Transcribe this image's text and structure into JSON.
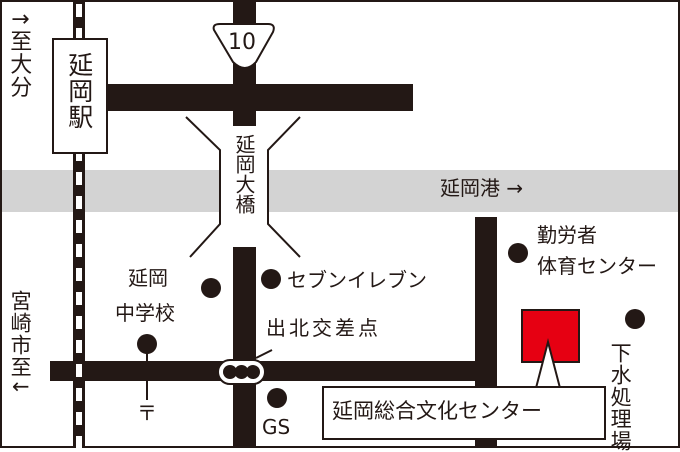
{
  "route_number": "10",
  "labels": {
    "to_oita": "↑至大分",
    "station": "延岡駅",
    "bridge": "延岡大橋",
    "port": "延岡港 →",
    "to_miyazaki": "宮崎市至↓",
    "school_line1": "延岡",
    "school_line2": "中学校",
    "seven_eleven": "セブンイレブン",
    "intersection": "出北交差点",
    "post_office": "〒",
    "gas_station": "GS",
    "gym_line1": "勤労者",
    "gym_line2": "体育センター",
    "sewage": "下水処理場",
    "destination": "延岡総合文化センター"
  },
  "colors": {
    "road": "#231815",
    "river": "#d3d3d3",
    "destination": "#e60012"
  }
}
